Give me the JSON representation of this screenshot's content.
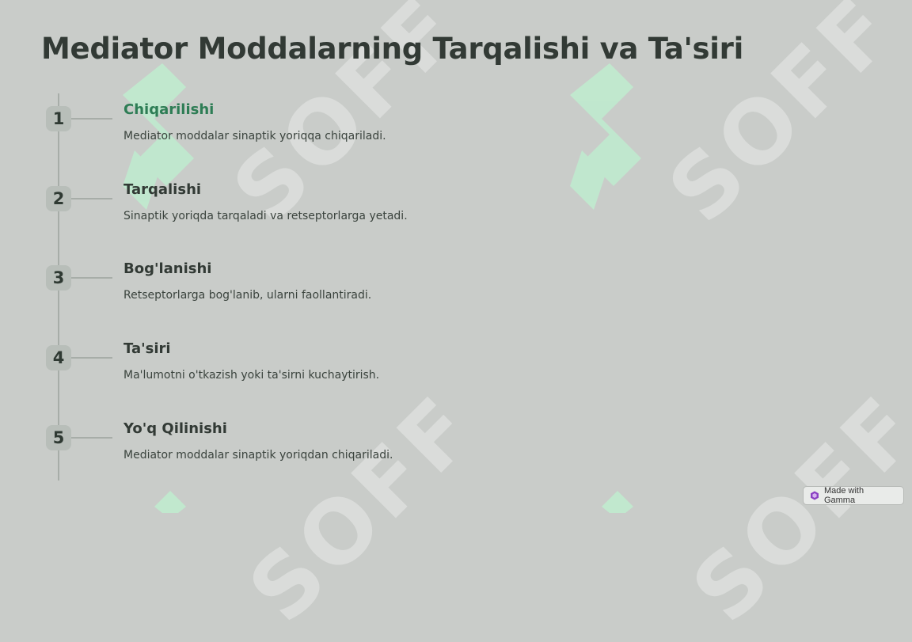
{
  "slide": {
    "title": "Mediator Moddalarning Tarqalishi va Ta'siri",
    "steps": [
      {
        "number": "1",
        "title": "Chiqarilishi",
        "description": "Mediator moddalar sinaptik yoriqqa chiqariladi."
      },
      {
        "number": "2",
        "title": "Tarqalishi",
        "description": "Sinaptik yoriqda tarqaladi va retseptorlarga yetadi."
      },
      {
        "number": "3",
        "title": "Bog'lanishi",
        "description": "Retseptorlarga bog'lanib, ularni faollantiradi."
      },
      {
        "number": "4",
        "title": "Ta'siri",
        "description": "Ma'lumotni o'tkazish yoki ta'sirni kuchaytirish."
      },
      {
        "number": "5",
        "title": "Yo'q Qilinishi",
        "description": "Mediator moddalar sinaptik yoriqdan chiqariladi."
      }
    ]
  },
  "watermark": {
    "text": "SOFF"
  },
  "footer": {
    "badge_label": "Made with Gamma",
    "badge_icon": "gamma-icon"
  },
  "colors": {
    "background": "#c9ccc9",
    "accent": "#2e7d55",
    "badge": "#b8beb9",
    "watermark_logo": "#bfeccf"
  }
}
